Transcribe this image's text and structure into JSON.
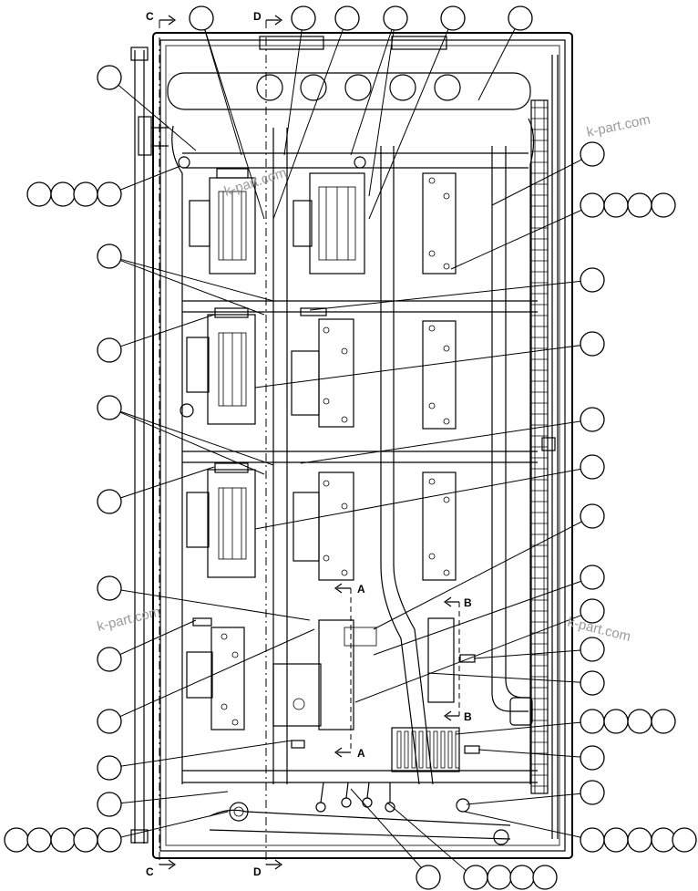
{
  "sections": {
    "c_top": "C",
    "d_top": "D",
    "c_bottom": "C",
    "d_bottom": "D",
    "a_upper": "A",
    "a_lower": "A",
    "b_upper": "B",
    "b_lower": "B"
  },
  "watermarks": [
    "k-part.com",
    "k-part.com",
    "k-part.com",
    "k-part.com"
  ]
}
